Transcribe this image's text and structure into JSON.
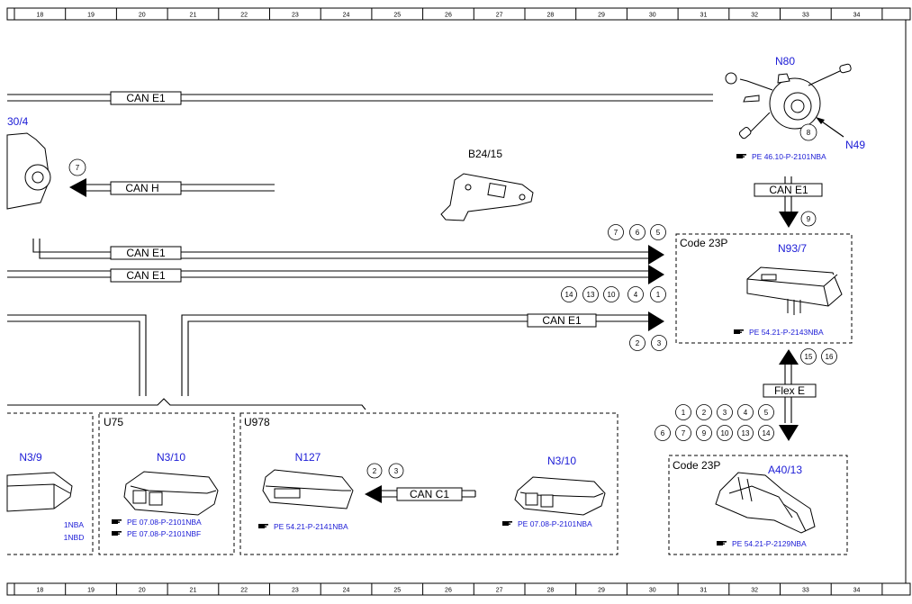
{
  "ruler": {
    "columns": [
      "18",
      "19",
      "20",
      "21",
      "22",
      "23",
      "24",
      "25",
      "26",
      "27",
      "28",
      "29",
      "30",
      "31",
      "32",
      "33",
      "34"
    ]
  },
  "components": {
    "n80": {
      "label": "N80"
    },
    "n49": {
      "label": "N49",
      "ref": "PE 46.10-P-2101NBA",
      "pin": "8"
    },
    "c304": {
      "label": "30/4",
      "pin": "7"
    },
    "b2415": {
      "label": "B24/15"
    },
    "n937": {
      "label": "N93/7",
      "code": "Code 23P",
      "ref": "PE 54.21-P-2143NBA"
    },
    "a4013": {
      "label": "A40/13",
      "code": "Code 23P",
      "ref": "PE 54.21-P-2129NBA"
    },
    "n39": {
      "label": "N3/9",
      "codes": [
        "1NBA",
        "1NBD"
      ]
    },
    "u75": {
      "label": "U75",
      "part": "N3/10",
      "refs": [
        "PE 07.08-P-2101NBA",
        "PE 07.08-P-2101NBF"
      ]
    },
    "u978": {
      "label": "U978"
    },
    "n127": {
      "label": "N127",
      "ref": "PE 54.21-P-2141NBA",
      "pins": [
        "2",
        "3"
      ]
    },
    "n310b": {
      "label": "N3/10",
      "ref": "PE 07.08-P-2101NBA"
    }
  },
  "buses": {
    "can_e1": "CAN E1",
    "can_h": "CAN H",
    "can_c1": "CAN C1",
    "flex_e": "Flex E"
  },
  "pins": {
    "top_right": [
      "7",
      "6",
      "5"
    ],
    "mid_right": [
      "14",
      "13",
      "10",
      "4",
      "1"
    ],
    "low_right": [
      "2",
      "3"
    ],
    "n937_top": "9",
    "flex_top": [
      "15",
      "16"
    ],
    "flex_row1": [
      "1",
      "2",
      "3",
      "4",
      "5"
    ],
    "flex_row2": [
      "6",
      "7",
      "9",
      "10",
      "13",
      "14"
    ]
  },
  "icons": {
    "ref_icon": "pointing-hand-icon"
  }
}
